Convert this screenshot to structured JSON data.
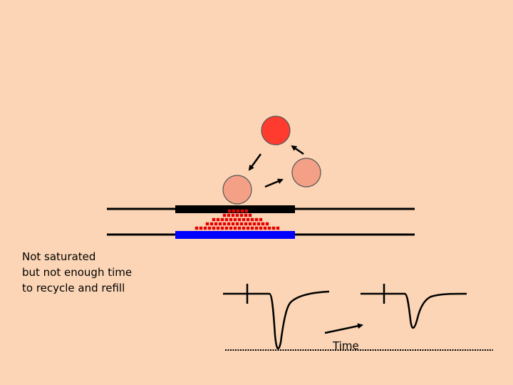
{
  "caption": {
    "lines": [
      "Not saturated",
      "but not enough time",
      "to recycle and refill"
    ]
  },
  "axis": {
    "time_label": "Time"
  },
  "colors": {
    "background": "#fbd5b5",
    "vesicle_full": "#ff3b30",
    "vesicle_empty": "#f4a086",
    "transmitter": "#e60000",
    "presynaptic_zone": "#000000",
    "postsynaptic_receptors": "#0000ff"
  },
  "icons": [
    "arrow-icon"
  ]
}
